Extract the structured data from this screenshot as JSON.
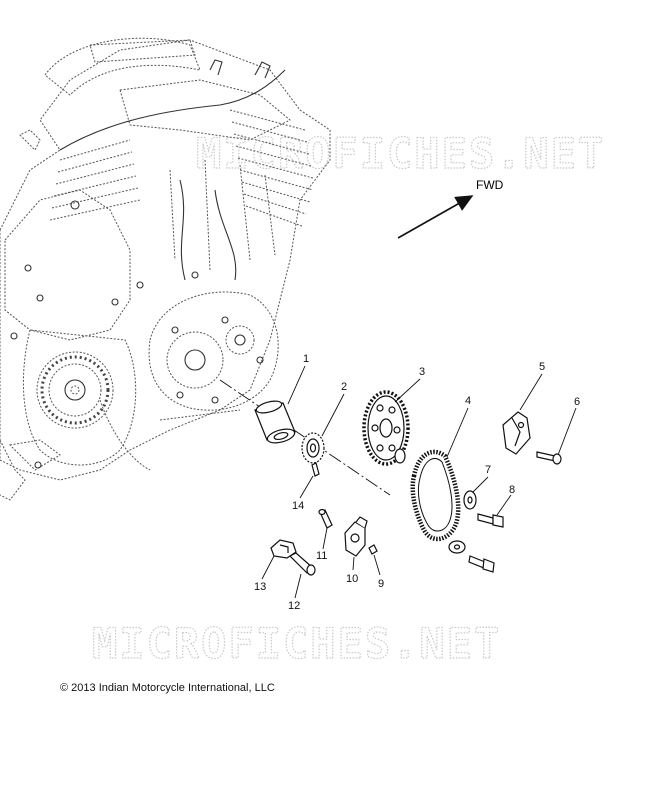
{
  "direction_label": "FWD",
  "watermark": "MICROFICHES.NET",
  "copyright": "© 2013 Indian Motorcycle International, LLC",
  "callouts": [
    "1",
    "2",
    "3",
    "4",
    "5",
    "6",
    "7",
    "8",
    "9",
    "10",
    "11",
    "12",
    "13",
    "14"
  ]
}
